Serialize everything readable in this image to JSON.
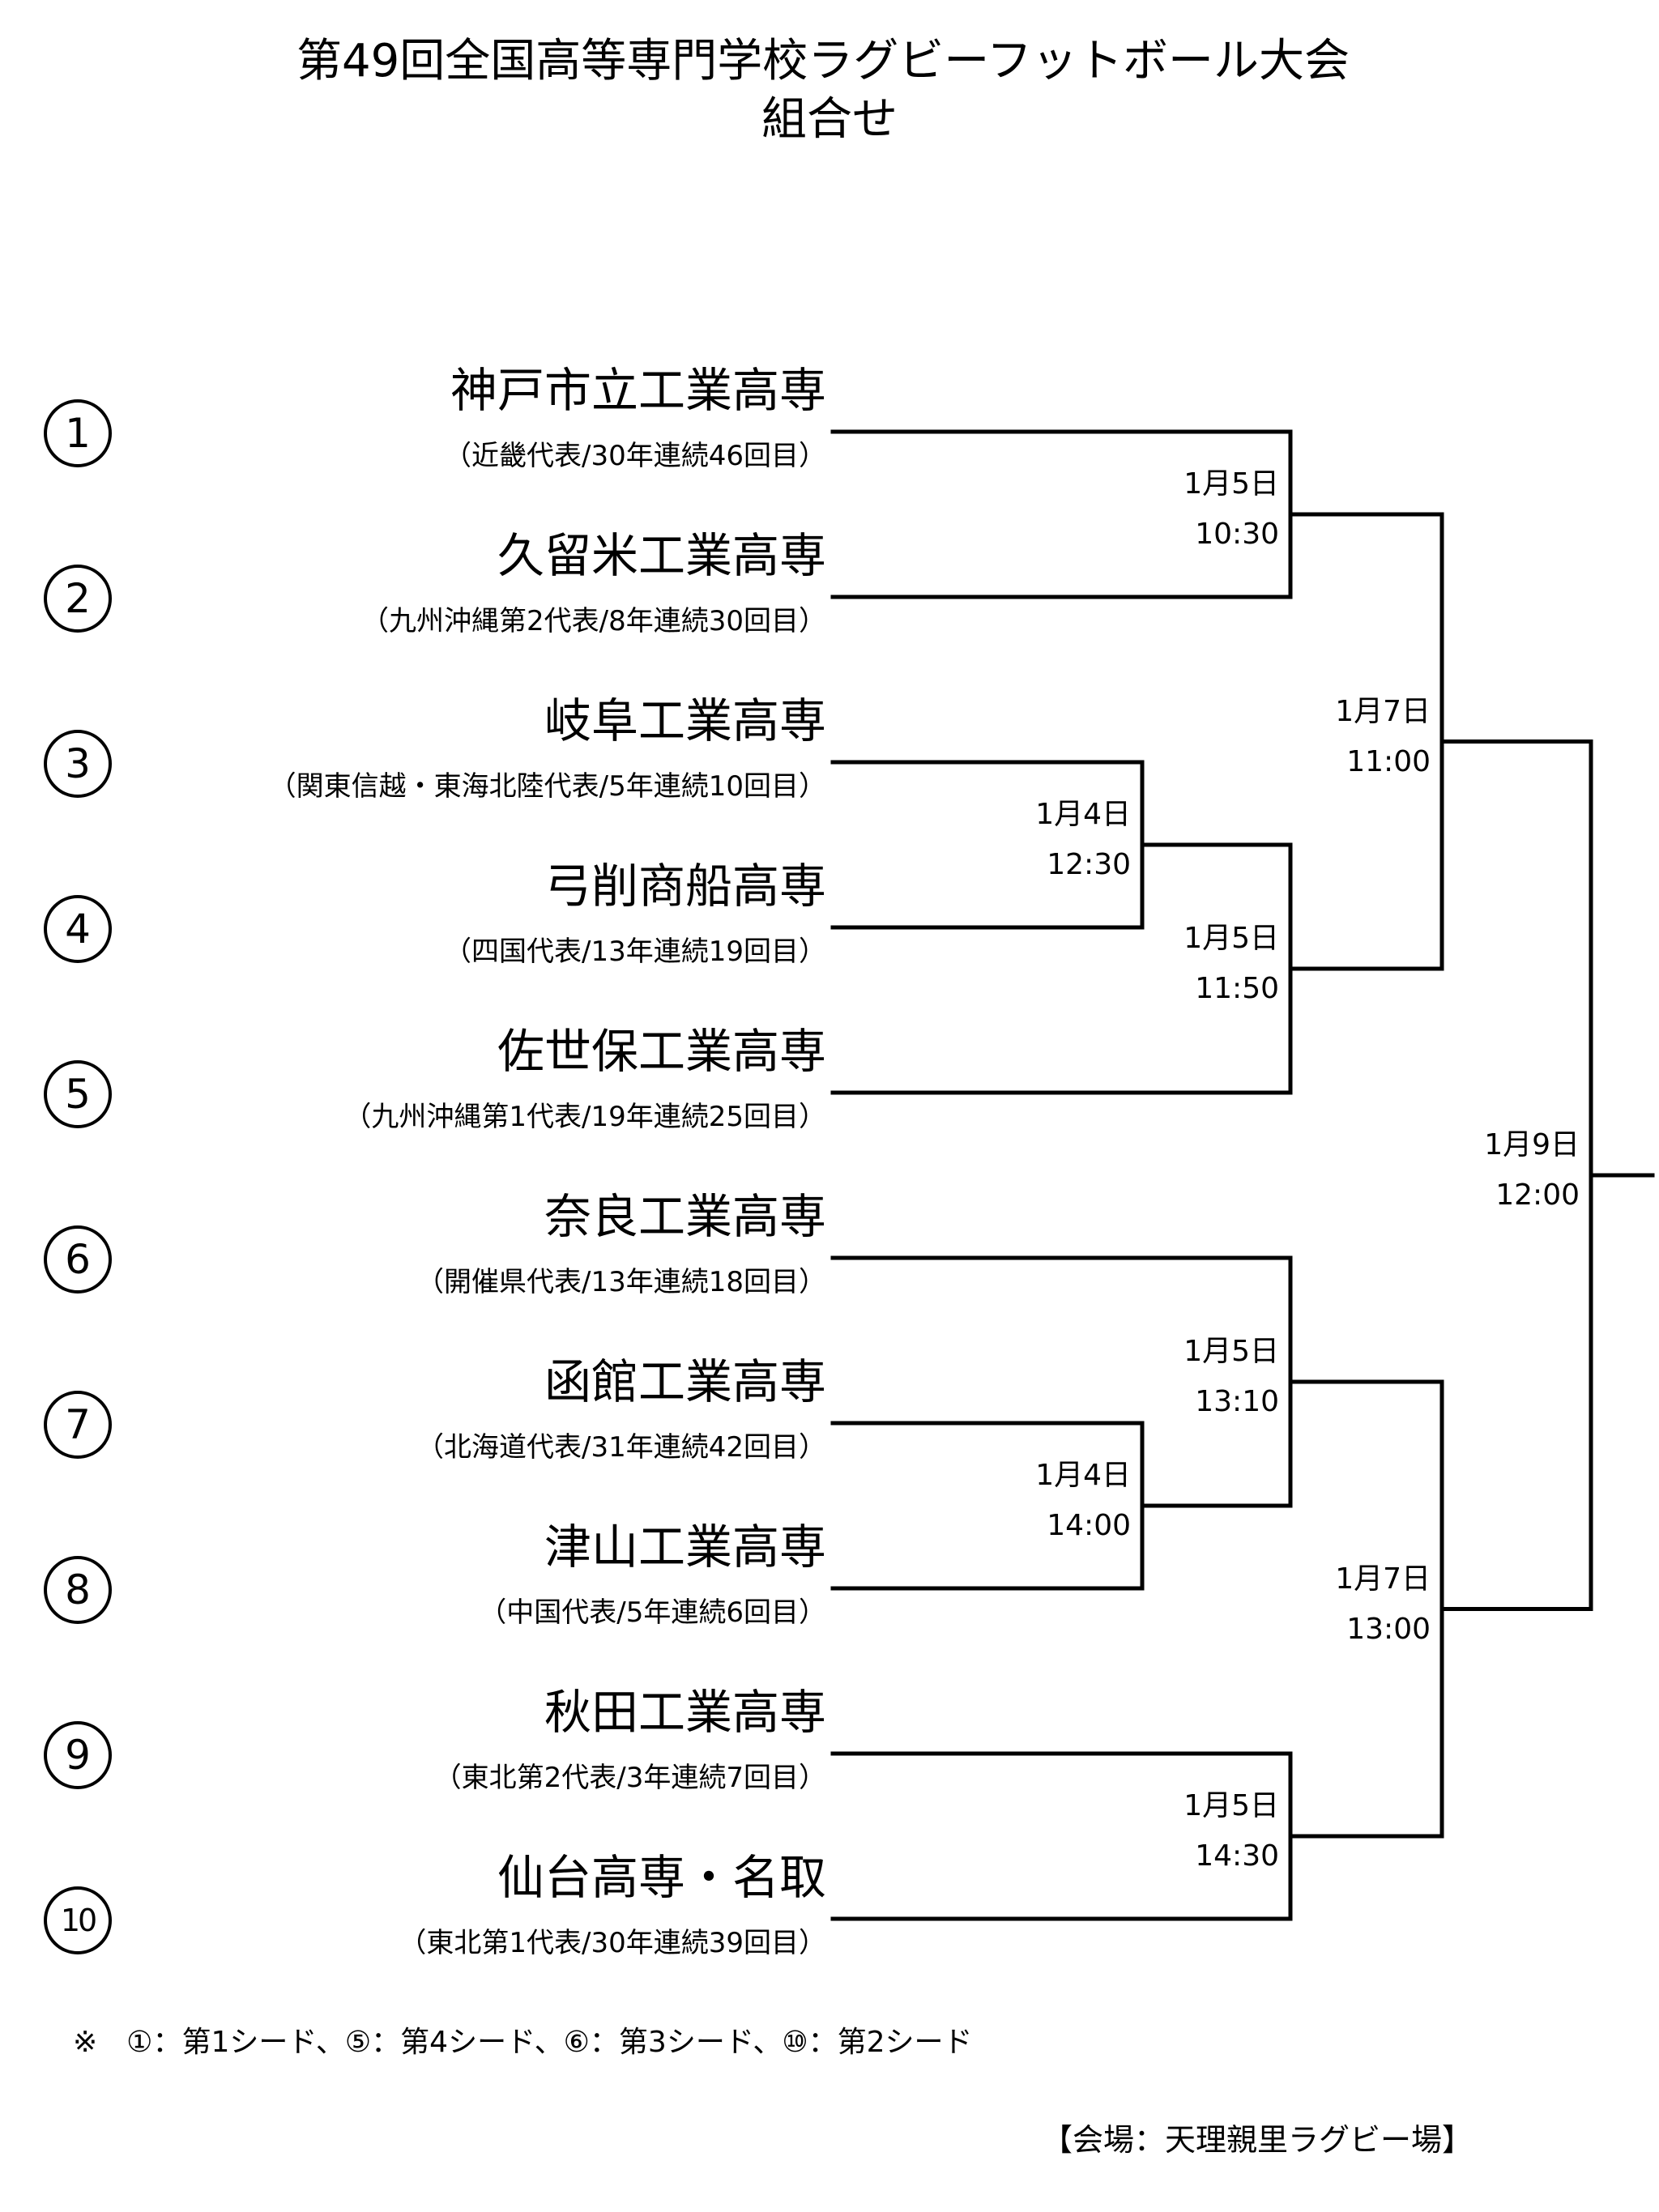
{
  "title": {
    "main": "第49回全国高等専門学校ラグビーフットボール大会",
    "sub": "組合せ"
  },
  "teams": [
    {
      "seed": "①",
      "name": "神戸市立工業高専",
      "sub": "（近畿代表/30年連続46回目）"
    },
    {
      "seed": "②",
      "name": "久留米工業高専",
      "sub": "（九州沖縄第2代表/8年連続30回目）"
    },
    {
      "seed": "③",
      "name": "岐阜工業高専",
      "sub": "（関東信越・東海北陸代表/5年連続10回目）"
    },
    {
      "seed": "④",
      "name": "弓削商船高専",
      "sub": "（四国代表/13年連続19回目）"
    },
    {
      "seed": "⑤",
      "name": "佐世保工業高専",
      "sub": "（九州沖縄第1代表/19年連続25回目）"
    },
    {
      "seed": "⑥",
      "name": "奈良工業高専",
      "sub": "（開催県代表/13年連続18回目）"
    },
    {
      "seed": "⑦",
      "name": "函館工業高専",
      "sub": "（北海道代表/31年連続42回目）"
    },
    {
      "seed": "⑧",
      "name": "津山工業高専",
      "sub": "（中国代表/5年連続6回目）"
    },
    {
      "seed": "⑨",
      "name": "秋田工業高専",
      "sub": "（東北第2代表/3年連続7回目）"
    },
    {
      "seed": "⑩",
      "name": "仙台高専・名取",
      "sub": "（東北第1代表/30年連続39回目）"
    }
  ],
  "matches": [
    {
      "id": "m1",
      "date": "1月5日",
      "time": "10:30",
      "between": [
        "①",
        "②"
      ]
    },
    {
      "id": "m2",
      "date": "1月4日",
      "time": "12:30",
      "between": [
        "③",
        "④"
      ]
    },
    {
      "id": "m3",
      "date": "1月5日",
      "time": "11:50",
      "between": [
        "m2",
        "⑤"
      ]
    },
    {
      "id": "m4",
      "date": "1月7日",
      "time": "11:00",
      "between": [
        "m1",
        "m3"
      ]
    },
    {
      "id": "m5",
      "date": "1月4日",
      "time": "14:00",
      "between": [
        "⑦",
        "⑧"
      ]
    },
    {
      "id": "m6",
      "date": "1月5日",
      "time": "13:10",
      "between": [
        "⑥",
        "m5"
      ]
    },
    {
      "id": "m7",
      "date": "1月5日",
      "time": "14:30",
      "between": [
        "⑨",
        "⑩"
      ]
    },
    {
      "id": "m8",
      "date": "1月7日",
      "time": "13:00",
      "between": [
        "m6",
        "m7"
      ]
    },
    {
      "id": "m9",
      "date": "1月9日",
      "time": "12:00",
      "between": [
        "m4",
        "m8"
      ]
    }
  ],
  "footnote": "※　①：第1シード、⑤：第4シード、⑥：第3シード、⑩：第2シード",
  "venue": "【会場：天理親里ラグビー場】"
}
